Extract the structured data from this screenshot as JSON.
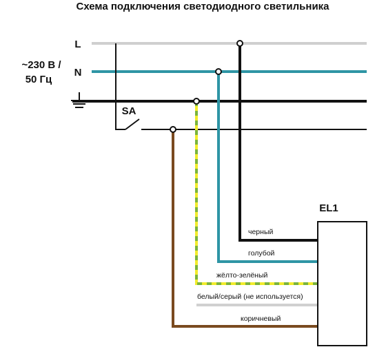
{
  "title": "Схема подключения светодиодного светильника",
  "supply": {
    "voltage": "~230 В /",
    "frequency": "50 Гц"
  },
  "bus_labels": {
    "line": "L",
    "neutral": "N"
  },
  "switch_label": "SA",
  "lamp_label": "EL1",
  "wires": {
    "black": "черный",
    "blue": "голубой",
    "yellow_green": "жёлто-зелёный",
    "white_gray": "белый/серый (не используется)",
    "brown": "коричневый"
  },
  "colors": {
    "line_bus": "#cfcfcf",
    "neutral_bus": "#2e95a5",
    "black_wire": "#111111",
    "blue_wire": "#2e95a5",
    "yellow": "#f2ec2c",
    "green": "#7bb43c",
    "brown_wire": "#7a4a1f",
    "gray_wire": "#d0d0d0"
  }
}
